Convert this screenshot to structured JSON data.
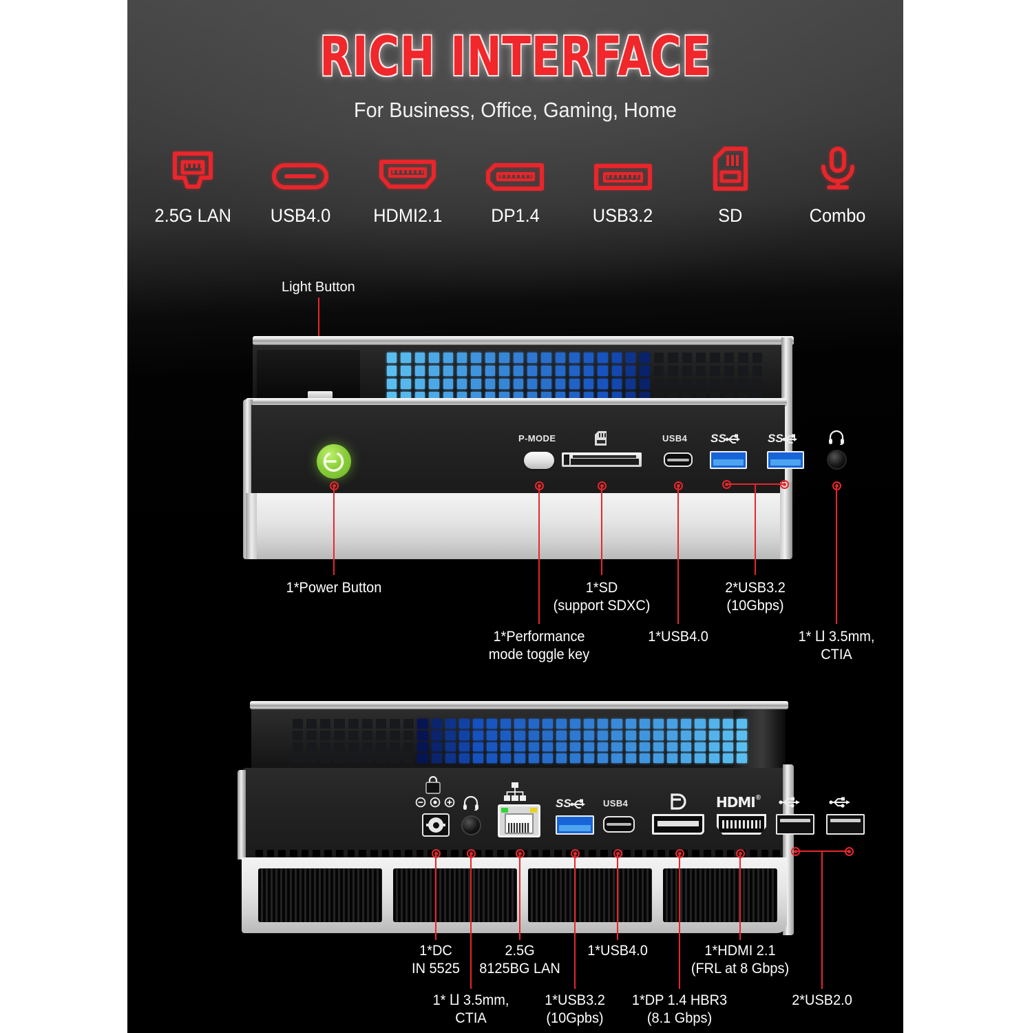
{
  "header": {
    "title": "RICH INTERFACE",
    "subtitle": "For Business, Office, Gaming, Home",
    "title_color": "#f0272b",
    "accent_color": "#e8262b"
  },
  "icon_strip": [
    {
      "icon": "rj45-lan-icon",
      "label": "2.5G LAN"
    },
    {
      "icon": "usb-type-c-icon",
      "label": "USB4.0"
    },
    {
      "icon": "hdmi-icon",
      "label": "HDMI2.1"
    },
    {
      "icon": "displayport-icon",
      "label": "DP1.4"
    },
    {
      "icon": "usb-type-a-icon",
      "label": "USB3.2"
    },
    {
      "icon": "sd-card-icon",
      "label": "SD"
    },
    {
      "icon": "microphone-icon",
      "label": "Combo"
    }
  ],
  "front_device": {
    "top_callout": "Light Button",
    "port_marks": [
      {
        "name": "power-button",
        "text": "P-MODE",
        "show_text": false
      },
      {
        "name": "p-mode-button",
        "text": "P-MODE",
        "show_text": true
      },
      {
        "name": "sd-card-slot",
        "text": "",
        "show_text": false
      },
      {
        "name": "usb4-port",
        "text": "USB4",
        "show_text": true
      },
      {
        "name": "usb32-port-1",
        "text": "SS",
        "show_text": true
      },
      {
        "name": "usb32-port-2",
        "text": "SS",
        "show_text": true
      },
      {
        "name": "headphone-jack",
        "text": "",
        "show_text": false
      }
    ],
    "callouts": [
      {
        "id": "power",
        "lines": [
          "1*Power Button"
        ]
      },
      {
        "id": "pmode",
        "lines": [
          "1*Performance",
          "mode toggle key"
        ]
      },
      {
        "id": "sd",
        "lines": [
          "1*SD",
          "(support SDXC)"
        ]
      },
      {
        "id": "usb4",
        "lines": [
          "1*USB4.0"
        ]
      },
      {
        "id": "usb32",
        "lines": [
          "2*USB3.2",
          "(10Gbps)"
        ]
      },
      {
        "id": "combo",
        "lines": [
          "1* ⨿ 3.5mm,",
          "CTIA"
        ]
      }
    ]
  },
  "rear_device": {
    "port_labels": {
      "usb4": "USB4",
      "hdmi": "HDMI",
      "hdmi_reg": "®"
    },
    "callouts": [
      {
        "id": "dc",
        "lines": [
          "1*DC",
          "IN 5525"
        ]
      },
      {
        "id": "combo",
        "lines": [
          "1* ⨿ 3.5mm,",
          "CTIA"
        ]
      },
      {
        "id": "lan",
        "lines": [
          "2.5G",
          "8125BG LAN"
        ]
      },
      {
        "id": "usb32",
        "lines": [
          "1*USB3.2",
          "(10Gpbs)"
        ]
      },
      {
        "id": "usb4",
        "lines": [
          "1*USB4.0"
        ]
      },
      {
        "id": "dp",
        "lines": [
          "1*DP 1.4 HBR3",
          "(8.1 Gbps)"
        ]
      },
      {
        "id": "hdmi",
        "lines": [
          "1*HDMI 2.1",
          "(FRL at 8 Gbps)"
        ]
      },
      {
        "id": "usb20",
        "lines": [
          "2*USB2.0"
        ]
      }
    ]
  }
}
